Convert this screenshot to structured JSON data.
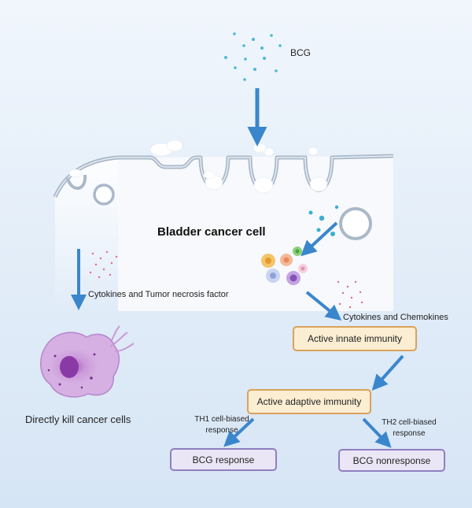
{
  "labels": {
    "bcg": "BCG",
    "cell_title": "Bladder cancer cell",
    "cytokines_tnf": "Cytokines and Tumor necrosis factor",
    "cytokines_chemokines": "Cytokines and Chemokines",
    "kill": "Directly kill cancer cells",
    "th1_line1": "TH1 cell-biased",
    "th1_line2": "response",
    "th2_line1": "TH2 cell-biased",
    "th2_line2": "response"
  },
  "boxes": {
    "innate": "Active innate immunity",
    "adaptive": "Active adaptive immunity",
    "response": "BCG response",
    "nonresponse": "BCG nonresponse"
  },
  "colors": {
    "arrow": "#3a86cc",
    "membrane": "#aab8c8",
    "bcg_dot": "#4ab8d8",
    "box_orange_fill": "#fbeed2",
    "box_orange_border": "#d9a25a",
    "box_purple_fill": "#ebe6f6",
    "box_purple_border": "#8f7fc0",
    "dead_cell": "#c79ad8"
  }
}
